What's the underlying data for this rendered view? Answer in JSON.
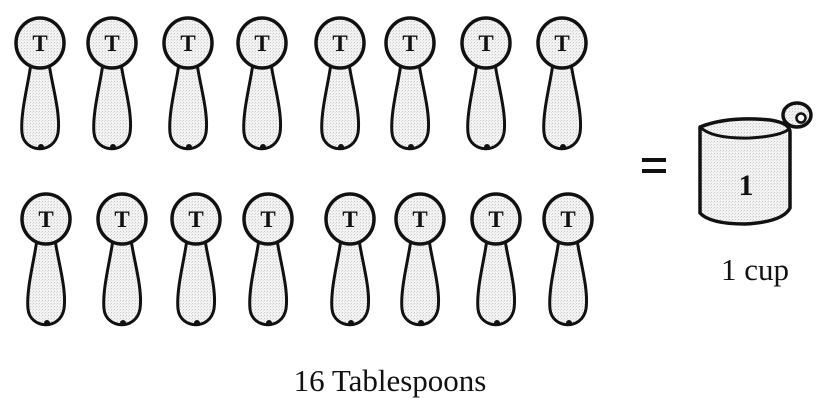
{
  "spoon_letter": "T",
  "spoon_count": 16,
  "cup_number": "1",
  "equation": {
    "left_caption": "16 Tablespoons",
    "right_caption": "1 cup"
  },
  "icons": {
    "spoon": "tablespoon-icon",
    "cup": "measuring-cup-icon",
    "equals": "equals-sign"
  }
}
